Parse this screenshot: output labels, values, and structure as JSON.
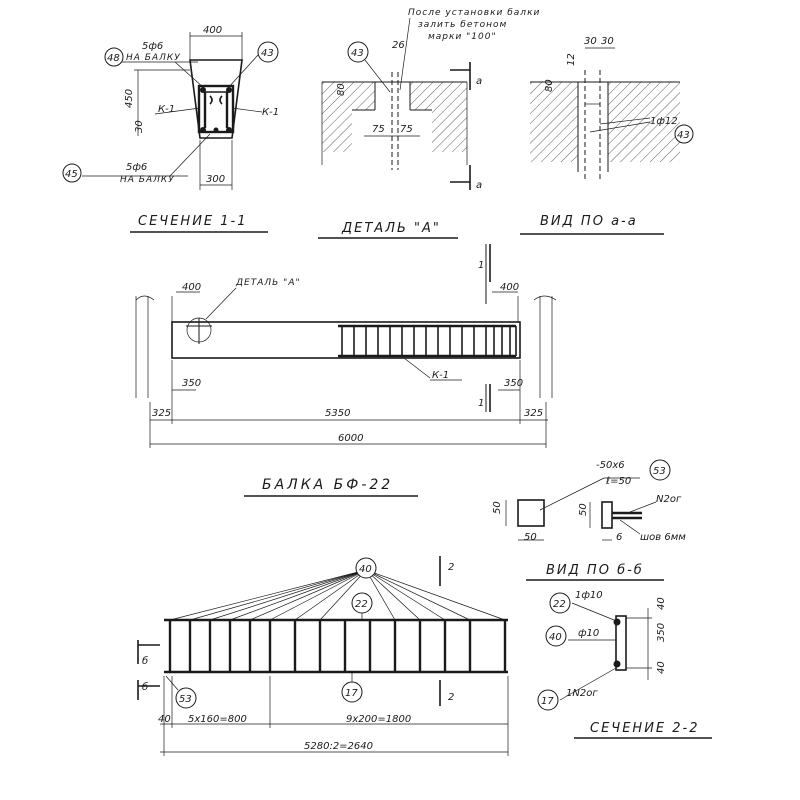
{
  "titles": {
    "section_1_1": "СЕЧЕНИЕ 1-1",
    "detail_a": "ДЕТАЛЬ \"А\"",
    "view_a_a": "ВИД ПО а-а",
    "beam": "БАЛКА БФ-22",
    "view_b_b": "ВИД ПО б-б",
    "section_2_2": "СЕЧЕНИЕ 2-2"
  },
  "section_1_1": {
    "top_width": "400",
    "bottom_width": "300",
    "height": "450",
    "cover": "30",
    "top_bar": "5ф6",
    "top_bar_note": "НА БАЛКУ",
    "bottom_bar": "5ф6",
    "bottom_bar_note": "НА БАЛКУ",
    "frame_left": "К-1",
    "frame_right": "К-1",
    "pos_top_left": "48",
    "pos_top_right": "43",
    "pos_bottom": "45"
  },
  "detail_a": {
    "note_line1": "После установки балки",
    "note_line2": "залить бетоном",
    "note_line3": "марки \"100\"",
    "pos": "43",
    "top_dim": "26",
    "depth_dim": "80",
    "dim_left": "75",
    "dim_right": "75",
    "arrow_top": "а",
    "arrow_bottom": "а"
  },
  "view_a_a": {
    "dim_left": "30",
    "dim_right": "30",
    "depth": "80",
    "small": "12",
    "bar_label": "1ф12",
    "pos": "43"
  },
  "beam": {
    "detail_ref": "ДЕТАЛЬ \"А\"",
    "dim_400_left": "400",
    "dim_400_right": "400",
    "dim_350_left": "350",
    "dim_350_right": "350",
    "frame_label": "К-1",
    "dim_325_left": "325",
    "dim_span": "5350",
    "dim_325_right": "325",
    "dim_total": "6000",
    "section_mark_top": "1",
    "section_mark_bottom": "1"
  },
  "plate": {
    "spec_line1": "-50х6",
    "spec_line2": "ℓ=50",
    "pos": "53",
    "dim_side": "50",
    "dim_bottom": "50",
    "dim_side2": "50",
    "dim_bottom2": "6",
    "weld_label": "N2ог",
    "weld_note": "шов 6мм"
  },
  "frame": {
    "pos_top": "40",
    "pos_mid": "22",
    "pos_bottom": "17",
    "pos_plate": "53",
    "dim_end": "40",
    "dim_left_part": "5х160=800",
    "dim_right_part": "9х200=1800",
    "dim_total": "5280:2=2640",
    "mark_b_top": "б",
    "mark_b_bottom": "б",
    "mark_2_top": "2",
    "mark_2_bottom": "2"
  },
  "section_2_2": {
    "bar_top": "1ф10",
    "bar_stirrup": "ф10",
    "bar_bottom": "1N2ог",
    "pos_top": "22",
    "pos_mid": "40",
    "pos_bottom": "17",
    "dim_top": "40",
    "dim_mid": "350",
    "dim_bottom": "40"
  }
}
